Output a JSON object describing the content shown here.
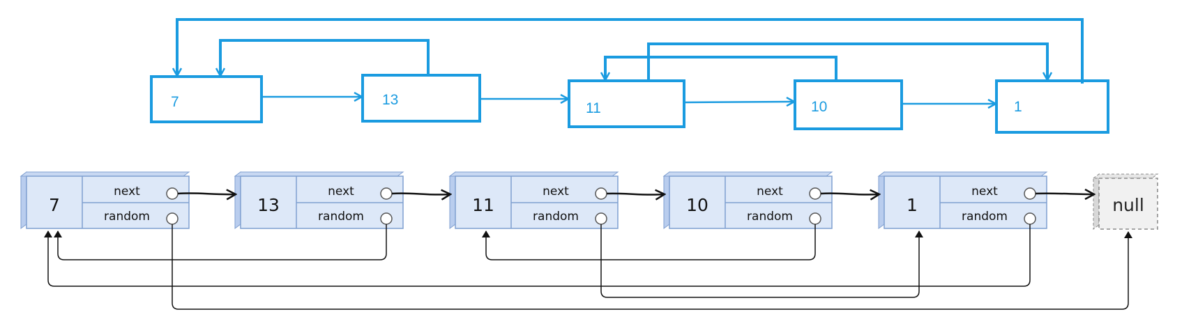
{
  "sketch": {
    "nodes": [
      {
        "label": "7"
      },
      {
        "label": "13"
      },
      {
        "label": "11"
      },
      {
        "label": "10"
      },
      {
        "label": "1"
      }
    ],
    "stroke_color": "#1a9be0"
  },
  "list": {
    "nodes": [
      {
        "value": "7",
        "next_label": "next",
        "random_label": "random"
      },
      {
        "value": "13",
        "next_label": "next",
        "random_label": "random"
      },
      {
        "value": "11",
        "next_label": "next",
        "random_label": "random"
      },
      {
        "value": "10",
        "next_label": "next",
        "random_label": "random"
      },
      {
        "value": "1",
        "next_label": "next",
        "random_label": "random"
      }
    ],
    "null_label": "null",
    "node_fill": "#dde8f8",
    "node_border": "#7f9fd0",
    "arrow_color": "#111111"
  }
}
